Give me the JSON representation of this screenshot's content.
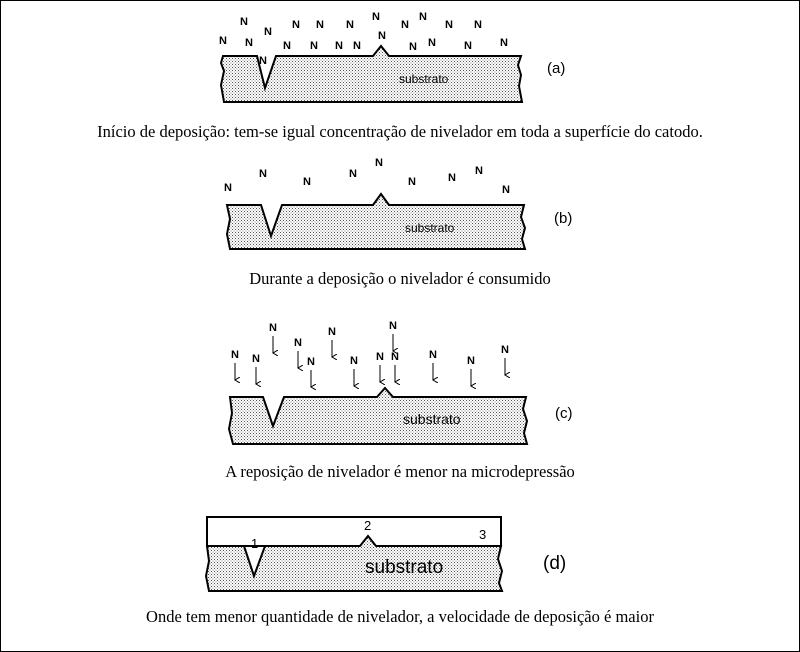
{
  "leveler_symbol": "N",
  "panels": [
    {
      "substrate_label": "substrato",
      "tag": "(a)",
      "caption": "Início de deposição: tem-se igual concentração de nivelador em toda a superfície do catodo."
    },
    {
      "substrate_label": "substrato",
      "tag": "(b)",
      "caption": "Durante a deposição o nivelador é consumido"
    },
    {
      "substrate_label": "substrato",
      "tag": "(c)",
      "caption": "A reposição de nivelador é menor na microdepressão"
    },
    {
      "substrate_label": "substrato",
      "tag": "(d)",
      "caption": "Onde tem menor quantidade de nivelador, a velocidade de deposição é maior",
      "point_labels": [
        "1",
        "2",
        "3"
      ]
    }
  ]
}
